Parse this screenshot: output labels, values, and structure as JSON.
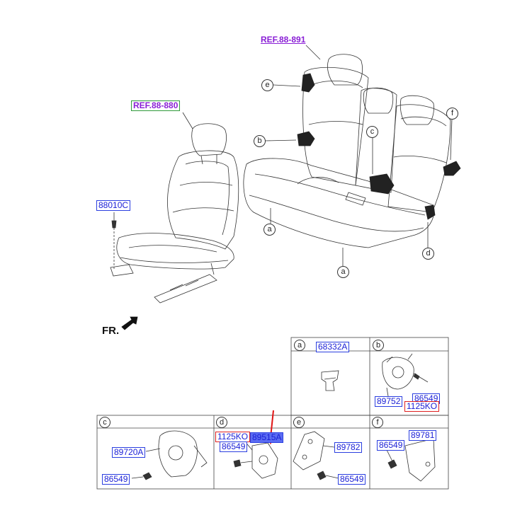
{
  "refs": {
    "rear": "REF.88-891",
    "front": "REF.88-880"
  },
  "labels": {
    "bolt_front": "88010C",
    "direction": "FR."
  },
  "callouts": {
    "a": "a",
    "b": "b",
    "c": "c",
    "d": "d",
    "e": "e",
    "f": "f"
  },
  "table": {
    "a": {
      "key": "a",
      "parts": [
        "68332A"
      ]
    },
    "b": {
      "key": "b",
      "parts": [
        "86549",
        "89752",
        "1125KO"
      ]
    },
    "c": {
      "key": "c",
      "parts": [
        "89720A",
        "86549"
      ]
    },
    "d": {
      "key": "d",
      "parts": [
        "1125KO",
        "89515A",
        "86549"
      ]
    },
    "e": {
      "key": "e",
      "parts": [
        "89782",
        "86549"
      ]
    },
    "f": {
      "key": "f",
      "parts": [
        "89781",
        "86549"
      ]
    }
  },
  "colors": {
    "part_text": "#1a1fd6",
    "part_border": "#2b3fe0",
    "ref_text": "#8a1fd6",
    "ref_border": "#2f9a3a",
    "highlight_red": "#e02020",
    "highlight_blue": "#5b6cf2",
    "line": "#333333"
  }
}
